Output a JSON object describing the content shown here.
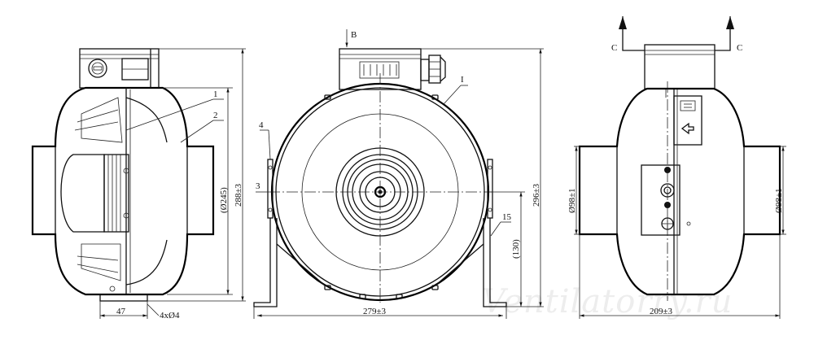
{
  "dimensions": {
    "left_width": "47",
    "holes": "4xØ4",
    "inner_diameter": "(Ø245)",
    "left_height": "288±3",
    "front_width": "279±3",
    "front_height": "296±3",
    "bracket_height": "(130)",
    "side_width": "209±3",
    "outlet_left": "Ø98±1",
    "outlet_right": "Ø98±1"
  },
  "callouts": {
    "c1": "1",
    "c2": "2",
    "c3": "3",
    "c4": "4",
    "c15": "15",
    "cI": "I",
    "view_b": "B",
    "section_c_left": "C",
    "section_c_right": "C"
  },
  "watermark": "Ventilatorry.ru"
}
